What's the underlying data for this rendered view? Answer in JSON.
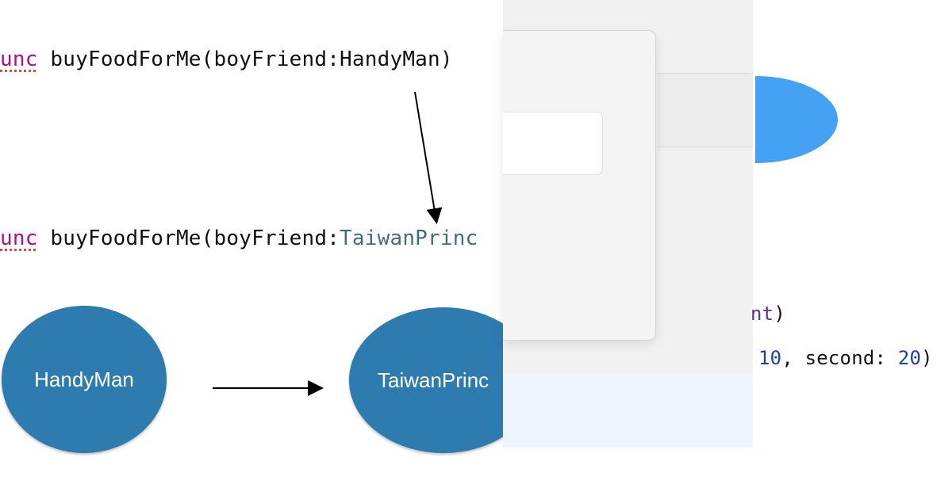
{
  "left_slide": {
    "code_line_1": {
      "keyword": "unc",
      "text": " buyFoodForMe(boyFriend:",
      "type": "HandyMan",
      "close": ")"
    },
    "code_line_2": {
      "keyword": "unc",
      "text": " buyFoodForMe(boyFriend:",
      "type": "TaiwanPrinc"
    },
    "nodes": [
      {
        "label": "HandyMan"
      },
      {
        "label": "TaiwanPrinc"
      }
    ]
  },
  "right_code": {
    "line_1": {
      "fragment": "nt",
      "close": ")"
    },
    "line_2": {
      "first_value": "10",
      "sep": ", second: ",
      "second_value": "20",
      "close": ")"
    }
  },
  "colors": {
    "node_fill": "#2e7bb0",
    "keyword": "#aa0d91",
    "type_name": "#3f6e74",
    "number": "#1c3fa8",
    "accent_oval": "#45a1f4"
  }
}
